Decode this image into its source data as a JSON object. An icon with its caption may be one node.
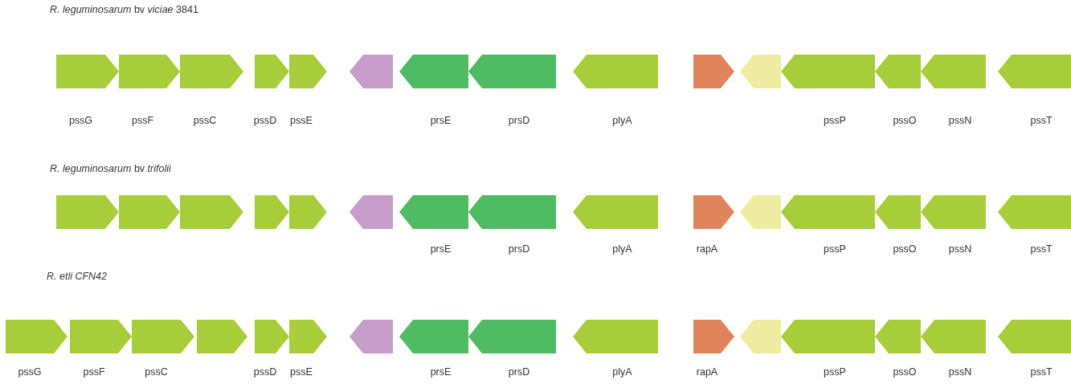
{
  "diagram": {
    "nodes": [
      {
        "text": [
          "*R. leguminosarum* bv *viciae* 3841"
        ]
      },
      {
        "text": [
          "pssG"
        ],
        "in": 0
      },
      {
        "text": [
          "pssF"
        ],
        "in": 0
      },
      {
        "text": [
          "pssC"
        ],
        "in": 0
      },
      {
        "text": [
          "pssD"
        ],
        "in": 0
      },
      {
        "text": [
          "pssE"
        ],
        "in": 0
      },
      {
        "text": [],
        "shape": "arrow",
        "in": 0
      },
      {
        "text": [
          "prsE"
        ],
        "in": 0
      },
      {
        "text": [
          "prsD"
        ],
        "in": 0
      },
      {
        "text": [
          "plyA"
        ],
        "in": 0
      },
      {
        "text": [],
        "shape": "arrow",
        "in": 0
      },
      {
        "text": [],
        "shape": "arrow",
        "in": 0
      },
      {
        "text": [
          "pssP"
        ],
        "in": 0
      },
      {
        "text": [
          "pssO"
        ],
        "in": 0
      },
      {
        "text": [
          "pssN"
        ],
        "in": 0
      },
      {
        "text": [
          "pssT"
        ],
        "in": 0
      },
      {
        "text": [
          "*R. leguminosarum* bv *trifolii*"
        ]
      },
      {
        "text": [],
        "shape": "arrow",
        "in": 16
      },
      {
        "text": [],
        "shape": "arrow",
        "in": 16
      },
      {
        "text": [],
        "shape": "arrow",
        "in": 16
      },
      {
        "text": [],
        "shape": "arrow",
        "in": 16
      },
      {
        "text": [],
        "shape": "arrow",
        "in": 16
      },
      {
        "text": [],
        "shape": "arrow",
        "in": 16
      },
      {
        "text": [
          "prsE"
        ],
        "in": 16
      },
      {
        "text": [
          "prsD"
        ],
        "in": 16
      },
      {
        "text": [
          "plyA"
        ],
        "in": 16
      },
      {
        "text": [
          "rapA"
        ],
        "in": 16
      },
      {
        "text": [],
        "shape": "arrow",
        "in": 16
      },
      {
        "text": [
          "pssP"
        ],
        "in": 16
      },
      {
        "text": [
          "pssO"
        ],
        "in": 16
      },
      {
        "text": [
          "pssN"
        ],
        "in": 16
      },
      {
        "text": [
          "pssT"
        ],
        "in": 16
      },
      {
        "text": [
          "R. etli CFN42"
        ]
      },
      {
        "text": [
          "pssG"
        ],
        "in": 32
      },
      {
        "text": [
          "pssF"
        ],
        "in": 32
      },
      {
        "text": [
          "pssC"
        ],
        "in": 32
      },
      {
        "text": [],
        "shape": "arrow",
        "in": 32
      },
      {
        "text": [
          "pssD"
        ],
        "in": 32
      },
      {
        "text": [
          "pssE"
        ],
        "in": 32
      },
      {
        "text": [],
        "shape": "arrow",
        "in": 32
      },
      {
        "text": [
          "prsE"
        ],
        "in": 32
      },
      {
        "text": [
          "prsD"
        ],
        "in": 32
      },
      {
        "text": [
          "plyA"
        ],
        "in": 32
      },
      {
        "text": [
          "rapA"
        ],
        "in": 32
      },
      {
        "text": [],
        "shape": "arrow",
        "in": 32
      },
      {
        "text": [
          "pssP"
        ],
        "in": 32
      },
      {
        "text": [
          "pssO"
        ],
        "in": 32
      },
      {
        "text": [
          "pssN"
        ],
        "in": 32
      },
      {
        "text": [
          "pssT"
        ],
        "in": 32
      }
    ]
  }
}
